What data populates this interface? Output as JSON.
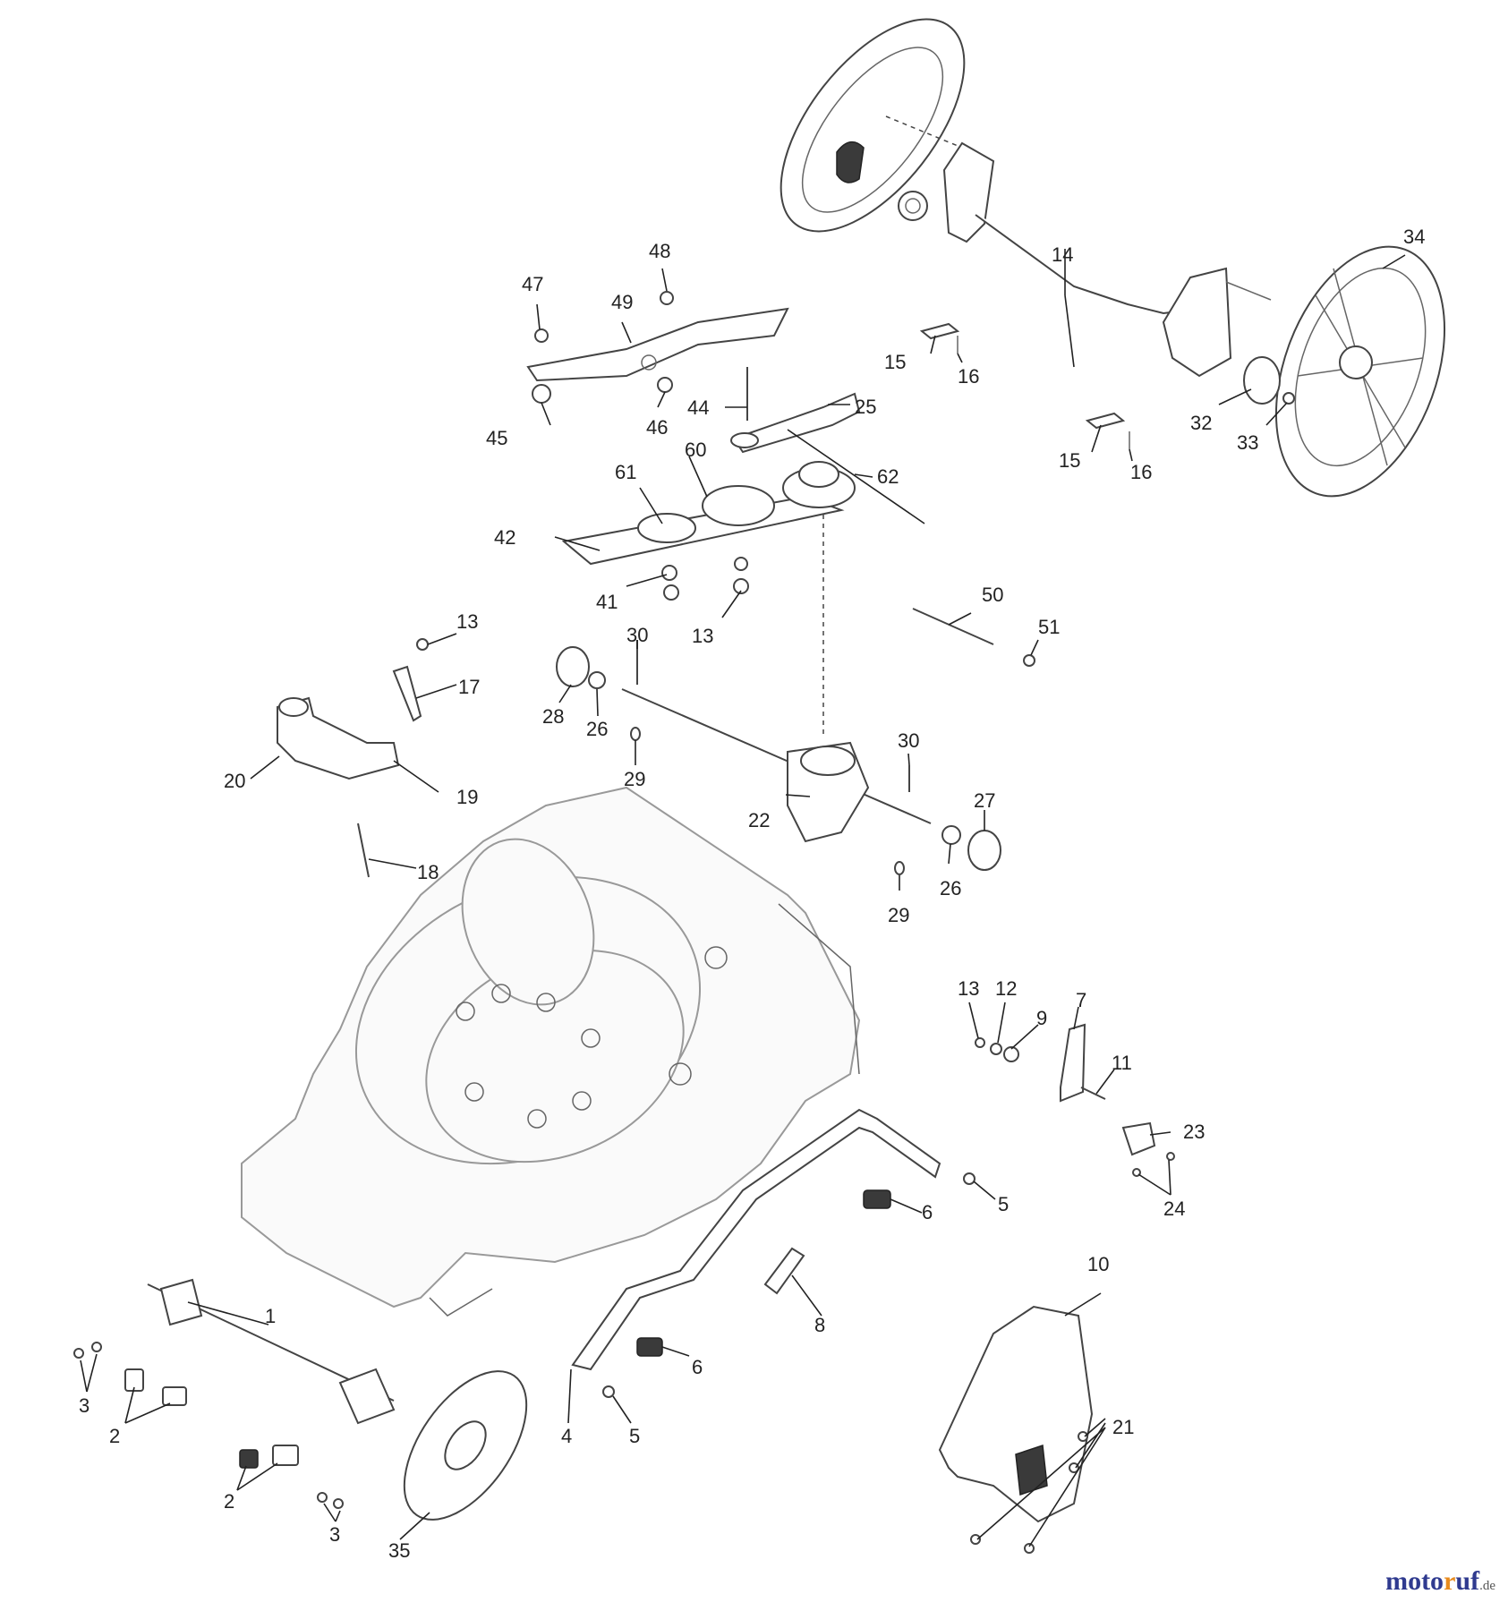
{
  "labels": {
    "l1": "1",
    "l2a": "2",
    "l2b": "2",
    "l3a": "3",
    "l3b": "3",
    "l4": "4",
    "l5a": "5",
    "l5b": "5",
    "l6a": "6",
    "l6b": "6",
    "l7": "7",
    "l8": "8",
    "l9": "9",
    "l10": "10",
    "l11": "11",
    "l12": "12",
    "l13a": "13",
    "l13b": "13",
    "l13c": "13",
    "l14": "14",
    "l15a": "15",
    "l15b": "15",
    "l16a": "16",
    "l16b": "16",
    "l17": "17",
    "l18": "18",
    "l19": "19",
    "l20": "20",
    "l21": "21",
    "l22": "22",
    "l23": "23",
    "l24": "24",
    "l25": "25",
    "l26a": "26",
    "l26b": "26",
    "l27": "27",
    "l28": "28",
    "l29a": "29",
    "l29b": "29",
    "l30a": "30",
    "l30b": "30",
    "l32": "32",
    "l33": "33",
    "l34": "34",
    "l35": "35",
    "l41": "41",
    "l42": "42",
    "l44": "44",
    "l45": "45",
    "l46": "46",
    "l47": "47",
    "l48": "48",
    "l49": "49",
    "l50": "50",
    "l51": "51",
    "l60": "60",
    "l61": "61",
    "l62": "62"
  },
  "watermark": {
    "main": "moto",
    "accent": "r",
    "rest": "uf",
    "tld": ".de"
  }
}
